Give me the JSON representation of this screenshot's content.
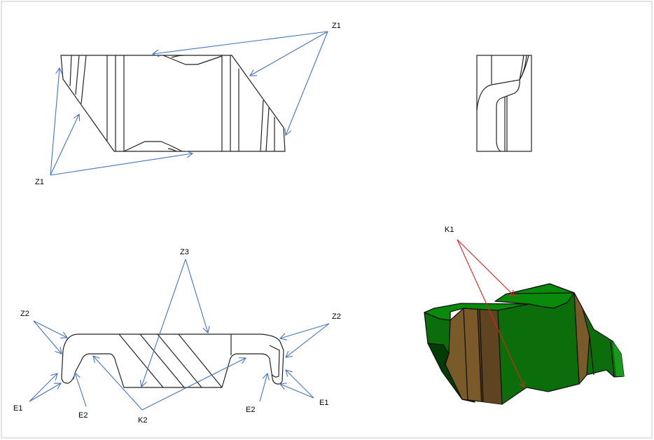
{
  "labels": {
    "z1_top": "Z1",
    "z1_bottom": "Z1",
    "z3": "Z3",
    "z2_left": "Z2",
    "z2_right": "Z2",
    "e1_left": "E1",
    "e1_right": "E1",
    "e2_left": "E2",
    "e2_right": "E2",
    "k2": "K2",
    "k1": "K1"
  },
  "colors": {
    "arrow_blue": "#4472C4",
    "arrow_red": "#e02020",
    "face_green_light": "#0a8a0a",
    "face_green": "#0b6e0b",
    "face_green_dark": "#064a06",
    "face_brown": "#7a5a28"
  }
}
